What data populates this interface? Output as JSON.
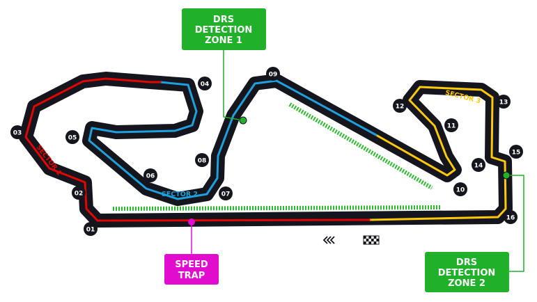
{
  "title": "",
  "colors": {
    "background": "#ffffff",
    "track": "#15151e",
    "sector1": "#e10600",
    "sector2": "#1ea0dc",
    "sector3": "#ffc906",
    "drs_zone": "#2db92d",
    "drs_box": "#21b02a",
    "speed_trap": "#e20ccf"
  },
  "sectors": [
    {
      "id": "sector1",
      "label": "SECTOR 1",
      "color": "#e10600"
    },
    {
      "id": "sector2",
      "label": "SECTOR 2",
      "color": "#1ea0dc"
    },
    {
      "id": "sector3",
      "label": "SECTOR 3",
      "color": "#ffc906"
    }
  ],
  "turns": [
    "01",
    "02",
    "03",
    "04",
    "05",
    "06",
    "07",
    "08",
    "09",
    "10",
    "11",
    "12",
    "13",
    "14",
    "15",
    "16"
  ],
  "drs_detection_zones": [
    {
      "id": "drs1",
      "lines": [
        "DRS",
        "DETECTION",
        "ZONE 1"
      ]
    },
    {
      "id": "drs2",
      "lines": [
        "DRS",
        "DETECTION",
        "ZONE 2"
      ]
    }
  ],
  "speed_trap": {
    "lines": [
      "SPEED",
      "TRAP"
    ]
  },
  "icons": {
    "direction": "triple-chevron-left-icon",
    "finish": "checkered-flag-icon"
  }
}
